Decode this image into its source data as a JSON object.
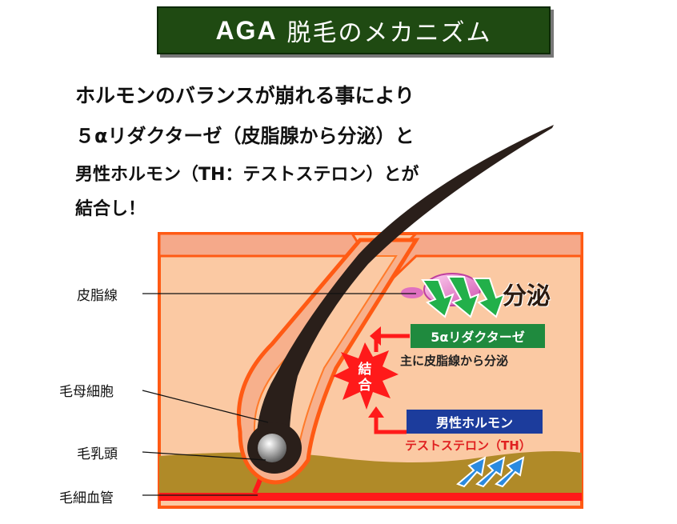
{
  "title": {
    "prefix": "AGA",
    "text": "脱毛のメカニズム"
  },
  "intro": {
    "line1": "ホルモンのバランスが崩れる事により",
    "line2": "５αリダクターゼ（皮脂腺から分泌）と",
    "line3": "男性ホルモン（TH：テストステロン）とが",
    "line4": "結合し！"
  },
  "labels": {
    "sebaceous_gland": "皮脂線",
    "hair_matrix_cell": "毛母細胞",
    "dermal_papilla": "毛乳頭",
    "capillary": "毛細血管"
  },
  "annotations": {
    "secretion": "分泌",
    "reductase": "5αリダクターゼ",
    "reductase_note": "主に皮脂線から分泌",
    "bind": "結合",
    "male_hormone": "男性ホルモン",
    "testosterone": "テストステロン（TH）"
  },
  "colors": {
    "title_bg": "#1f4a12",
    "skin": "#fbc9a3",
    "follicle_edge": "#ff5a14",
    "fat_layer": "#b08a28",
    "blood": "#ff1a1a",
    "reductase_box": "#1f8a3e",
    "hormone_box": "#1c3c9c",
    "arrow_green": "#22b04a",
    "arrow_blue": "#2a8ae0",
    "gland": "#e070c0"
  }
}
